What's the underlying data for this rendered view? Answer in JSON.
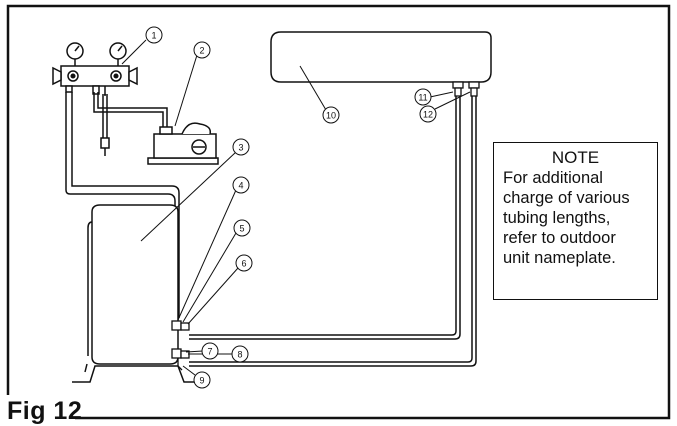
{
  "figure": {
    "label": "Fig 12"
  },
  "note": {
    "title": "NOTE",
    "lines": [
      "For additional",
      "charge of various",
      "tubing lengths,",
      "refer to outdoor",
      "unit nameplate."
    ]
  },
  "callouts": [
    "1",
    "2",
    "3",
    "4",
    "5",
    "6",
    "7",
    "8",
    "9",
    "10",
    "11",
    "12"
  ],
  "colors": {
    "line": "#111111",
    "background": "#ffffff"
  }
}
